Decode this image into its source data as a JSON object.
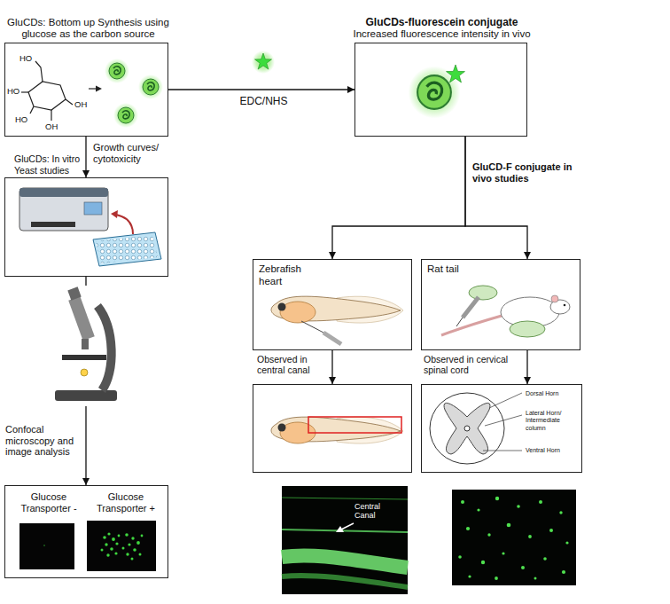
{
  "diagram": {
    "nodes": [
      {
        "text": [
          "GluCDs: Bottom up Synthesis using glucose as the carbon source"
        ]
      },
      {
        "text": [
          "GluCDs-fluorescein conjugate",
          "Increased fluorescence intensity in vivo"
        ]
      },
      {
        "text": [
          "GluCDs: In vitro Yeast studies"
        ]
      },
      {
        "text": [
          "Glucose Transporter -",
          "Glucose Transporter +"
        ]
      },
      {
        "text": [
          "Zebrafish heart"
        ]
      },
      {
        "text": [
          "Rat tail"
        ]
      },
      {
        "text": []
      },
      {
        "text": [
          "Dorsal Horn",
          "Lateral Horn/ Intermediate column",
          "Ventral Horn"
        ]
      }
    ],
    "edges": [
      {
        "from": 0,
        "to": 1,
        "label": "EDC/NHS",
        "arrow": "to"
      },
      {
        "from": 0,
        "to": 2,
        "label": "Growth curves/ cytotoxicity",
        "arrow": "to"
      },
      {
        "from": 2,
        "to": 3,
        "label": "Confocal microscopy and image analysis",
        "arrow": "to"
      },
      {
        "from": 1,
        "to": 4,
        "arrow": "to"
      },
      {
        "from": 1,
        "to": 5,
        "arrow": "to"
      },
      {
        "from": 4,
        "to": 6,
        "label": "Observed in central canal",
        "arrow": "to"
      },
      {
        "from": 5,
        "to": 7,
        "label": "Observed in cervical spinal cord",
        "arrow": "to"
      }
    ],
    "labels": [
      "HO",
      "HO",
      "HO",
      "OH",
      "OH",
      "GluCD-F conjugate in vivo studies",
      "Central Canal"
    ]
  }
}
